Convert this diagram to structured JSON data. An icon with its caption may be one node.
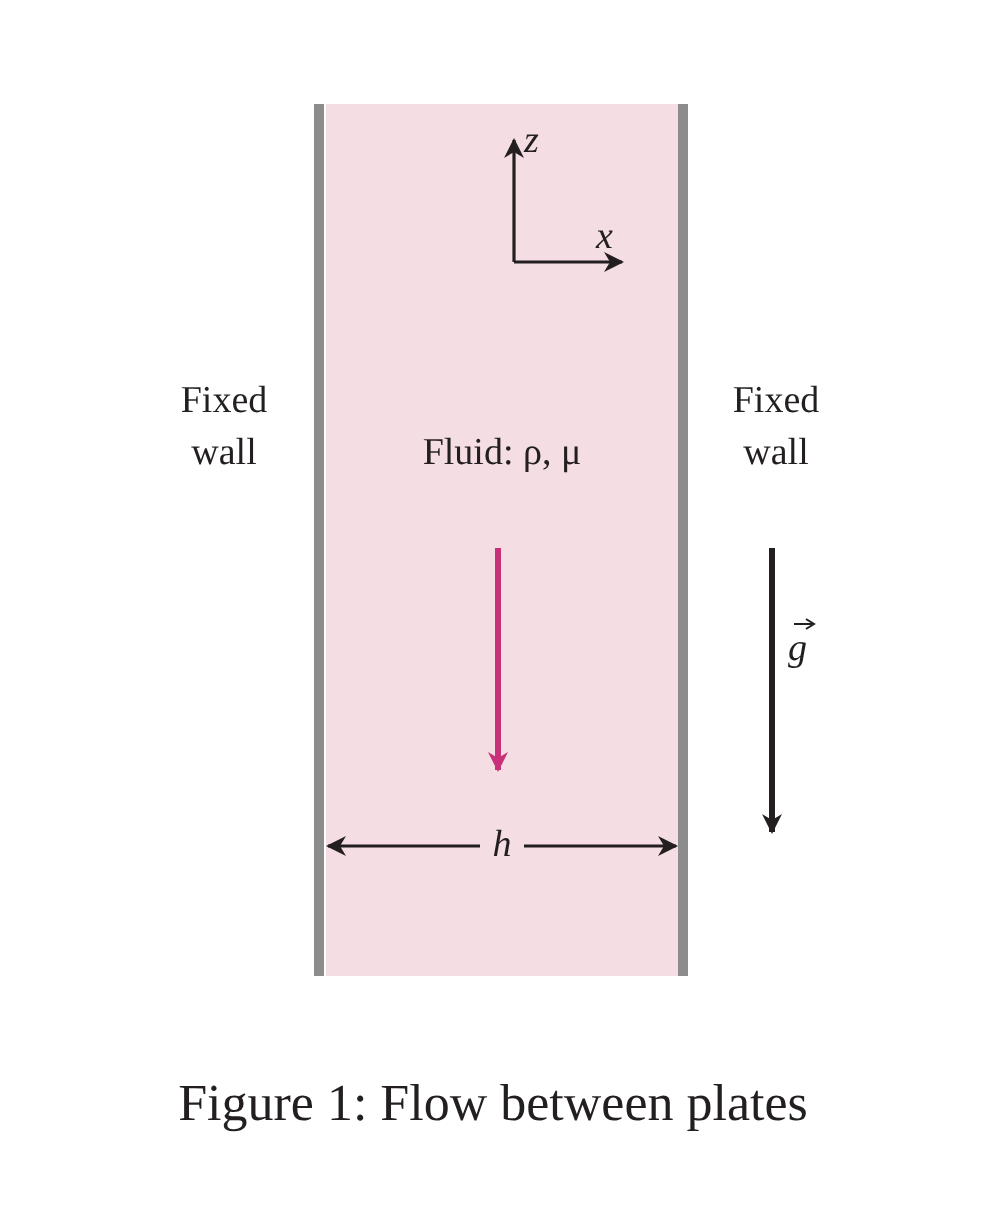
{
  "diagram": {
    "caption": "Figure 1: Flow between plates",
    "nodes": [
      {
        "text": [
          "Fluid: ρ, μ"
        ]
      }
    ],
    "labels": [
      "z",
      "x",
      "Fixed wall",
      "Fixed wall",
      "g",
      "h"
    ]
  }
}
